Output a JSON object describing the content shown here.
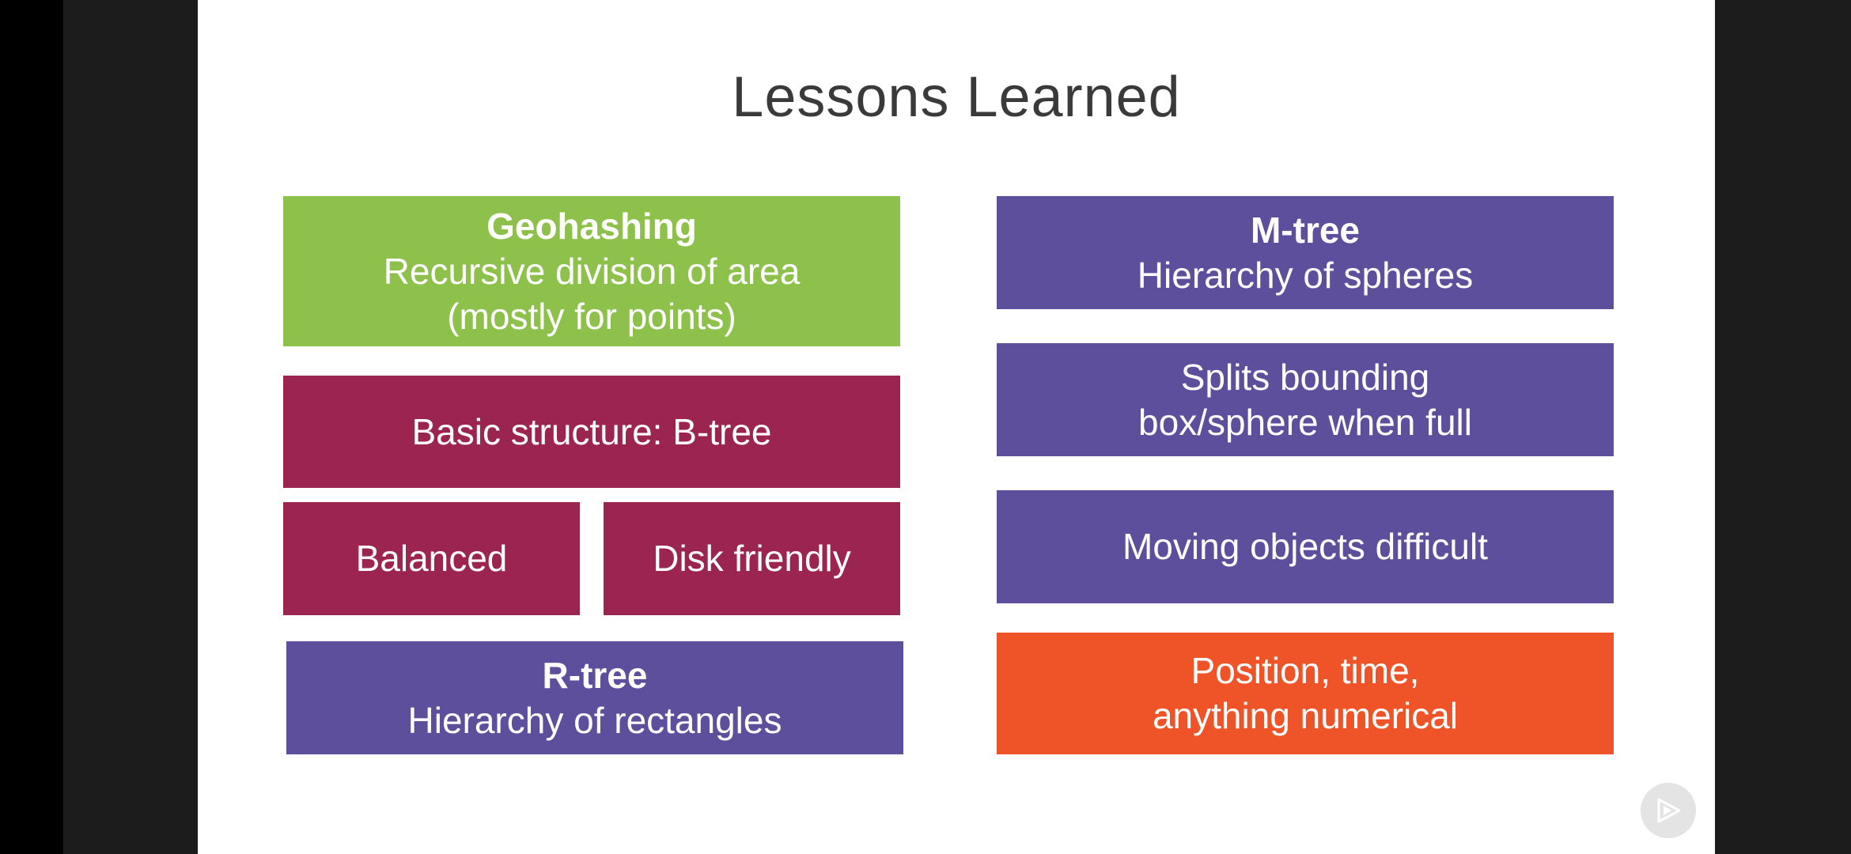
{
  "slide": {
    "title": "Lessons Learned",
    "left_column": {
      "geohashing": {
        "heading": "Geohashing",
        "line1": "Recursive division of area",
        "line2": "(mostly for points)"
      },
      "basic_structure": "Basic structure: B-tree",
      "balanced": "Balanced",
      "disk_friendly": "Disk friendly",
      "rtree": {
        "heading": "R-tree",
        "line1": "Hierarchy of rectangles"
      }
    },
    "right_column": {
      "mtree": {
        "heading": "M-tree",
        "line1": "Hierarchy of spheres"
      },
      "splits": {
        "line1": "Splits bounding",
        "line2": "box/sphere when full"
      },
      "moving": "Moving objects difficult",
      "position": {
        "line1": "Position, time,",
        "line2": "anything numerical"
      }
    }
  },
  "colors": {
    "green": "#8dc14b",
    "maroon": "#9b2450",
    "purple": "#5e4f9c",
    "orange": "#ef5428"
  },
  "controls": {
    "play_icon": "play-icon"
  }
}
